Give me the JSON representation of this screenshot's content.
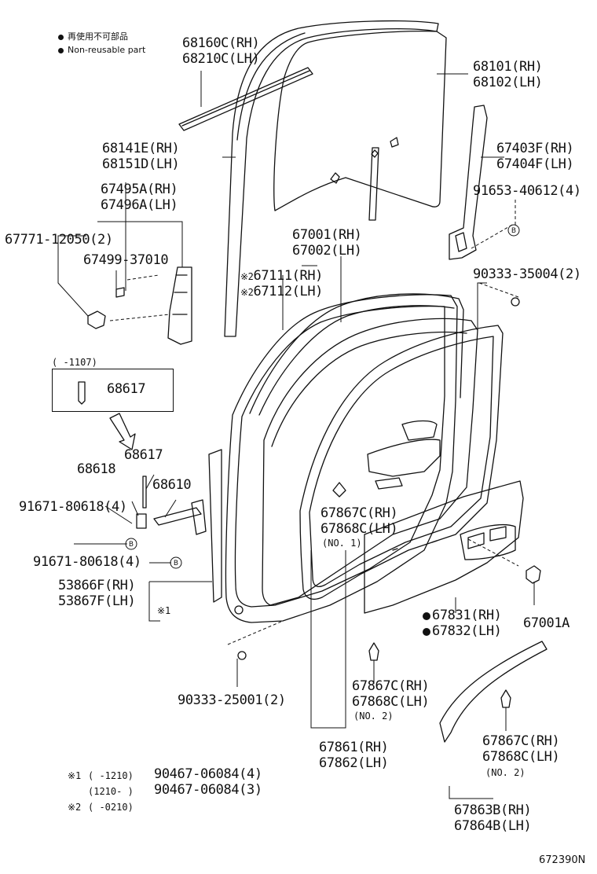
{
  "legend": {
    "non_reusable_jp": "再使用不可部品",
    "non_reusable_en": "Non-reusable part"
  },
  "labels": {
    "p68160c": "68160C(RH)",
    "p68210c": "68210C(LH)",
    "p68101": "68101(RH)",
    "p68102": "68102(LH)",
    "p68141e": "68141E(RH)",
    "p68151d": "68151D(LH)",
    "p67403f": "67403F(RH)",
    "p67404f": "67404F(LH)",
    "p91653": "91653-40612(4)",
    "p67495a": "67495A(RH)",
    "p67496a": "67496A(LH)",
    "p67771": "67771-12050(2)",
    "p67499": "67499-37010",
    "p67001": "67001(RH)",
    "p67002": "67002(LH)",
    "p67111": "67111(RH)",
    "p67112": "67112(LH)",
    "p90333_35004": "90333-35004(2)",
    "box_date": "(    -1107)",
    "p68617_box": "68617",
    "p68617": "68617",
    "p68618": "68618",
    "p68610": "68610",
    "p91671_a": "91671-80618(4)",
    "p91671_b": "91671-80618(4)",
    "p67867c_1": "67867C(RH)",
    "p67868c_1": "67868C(LH)",
    "no1": "(NO. 1)",
    "p53866f": "53866F(RH)",
    "p53867f": "53867F(LH)",
    "p67831": "67831(RH)",
    "p67832": "67832(LH)",
    "p67001a": "67001A",
    "p90333_25001": "90333-25001(2)",
    "p67867c_2": "67867C(RH)",
    "p67868c_2": "67868C(LH)",
    "no2a": "(NO. 2)",
    "p67867c_3": "67867C(RH)",
    "p67868c_3": "67868C(LH)",
    "no2b": "(NO. 2)",
    "p67861": "67861(RH)",
    "p67862": "67862(LH)",
    "p67863b": "67863B(RH)",
    "p67864b": "67864B(LH)",
    "note_mark": "※",
    "note_mark1": "※1",
    "note_mark2": "※2",
    "b_marker": "B",
    "fn1_range": "(    -1210)",
    "fn1_part": "90467-06084(4)",
    "fn2_range": "(1210-    )",
    "fn2_part": "90467-06084(3)",
    "fn3_range": "(    -0210)",
    "diagram_id": "672390N"
  }
}
